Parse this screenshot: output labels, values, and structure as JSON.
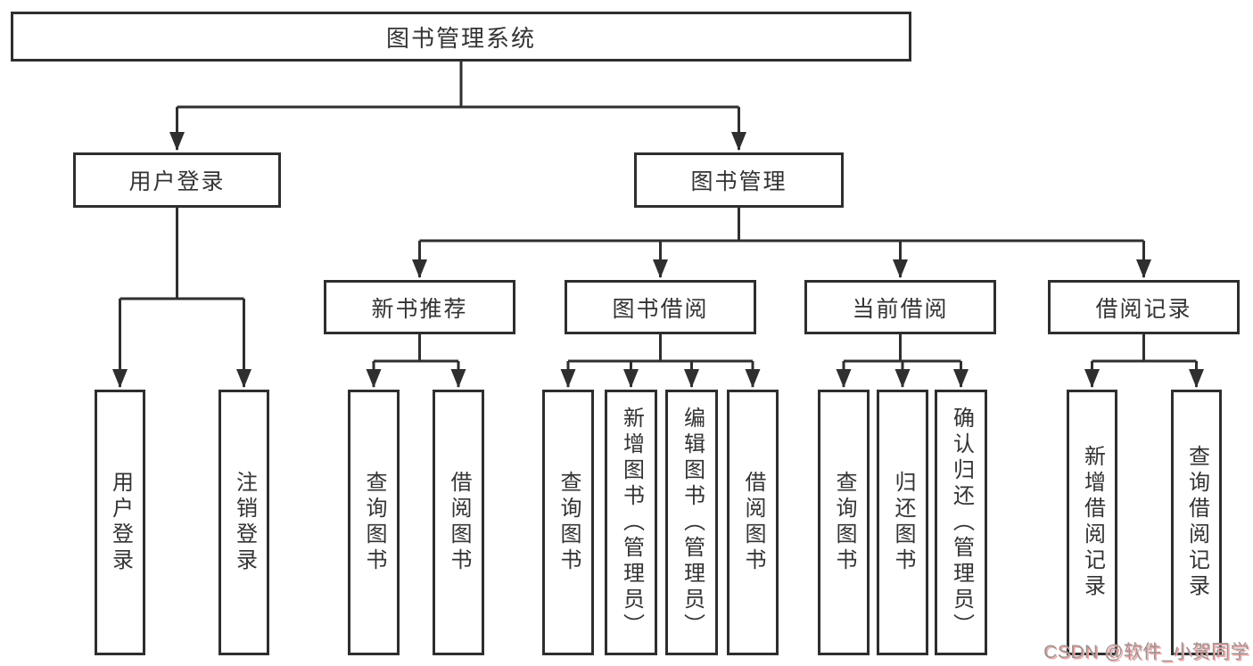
{
  "diagram": {
    "type": "hierarchy-tree",
    "watermark": "CSDN @软件_小贺同学",
    "colors": {
      "background": "#ffffff",
      "line": "#2f2f2f",
      "box_border": "#2e2e2e",
      "text": "#333333",
      "watermark_text": "#9e9494",
      "watermark_tint": "#f2a6a6"
    },
    "tree": {
      "label": "图书管理系统",
      "children": [
        {
          "label": "用户登录",
          "children": [
            {
              "label": "用户登录"
            },
            {
              "label": "注销登录"
            }
          ]
        },
        {
          "label": "图书管理",
          "children": [
            {
              "label": "新书推荐",
              "children": [
                {
                  "label": "查询图书"
                },
                {
                  "label": "借阅图书"
                }
              ]
            },
            {
              "label": "图书借阅",
              "children": [
                {
                  "label": "查询图书"
                },
                {
                  "label": "新增图书（管理员）"
                },
                {
                  "label": "编辑图书（管理员）"
                },
                {
                  "label": "借阅图书"
                }
              ]
            },
            {
              "label": "当前借阅",
              "children": [
                {
                  "label": "查询图书"
                },
                {
                  "label": "归还图书"
                },
                {
                  "label": "确认归还（管理员）"
                }
              ]
            },
            {
              "label": "借阅记录",
              "children": [
                {
                  "label": "新增借阅记录"
                },
                {
                  "label": "查询借阅记录"
                }
              ]
            }
          ]
        }
      ]
    }
  }
}
